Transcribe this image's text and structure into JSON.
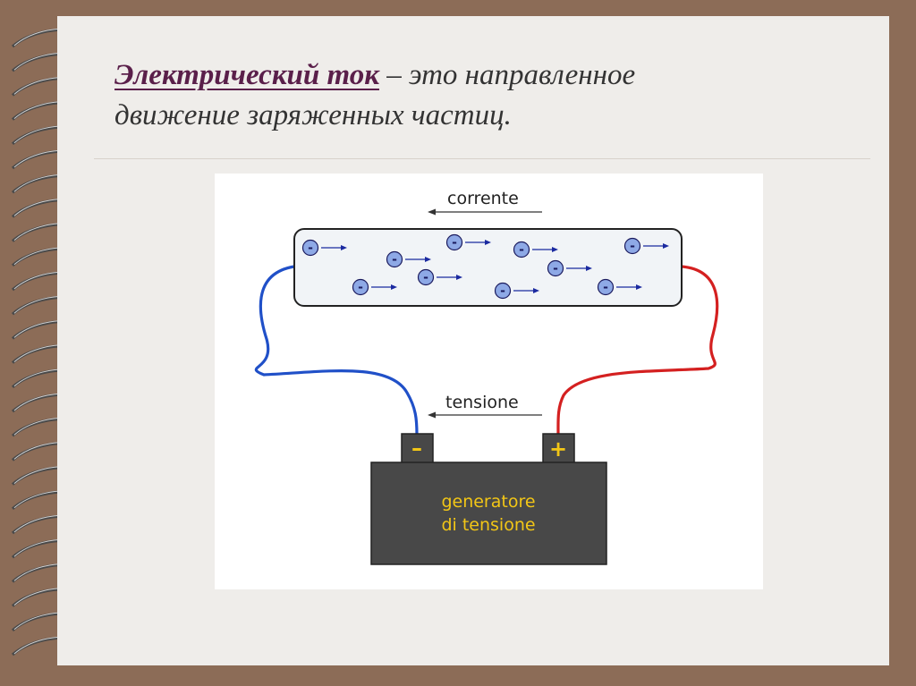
{
  "slide": {
    "term": "Электрический ток",
    "definition_line1": " – это направленное",
    "definition_line2": "движение заряженных частиц."
  },
  "diagram": {
    "current_label": "corrente",
    "voltage_label": "tensione",
    "generator_line1": "generatore",
    "generator_line2": "di tensione",
    "negative_terminal": "–",
    "positive_terminal": "+",
    "electron_sign": "-",
    "colors": {
      "negative_wire": "#2050c8",
      "positive_wire": "#d42020",
      "battery": "#484848",
      "terminal_text": "#f2c616",
      "electron_fill": "#8ea9e6"
    },
    "icons": [
      "spiral-binding-icon",
      "arrow-left-icon",
      "electron-icon",
      "arrow-right-icon",
      "battery-icon"
    ]
  }
}
